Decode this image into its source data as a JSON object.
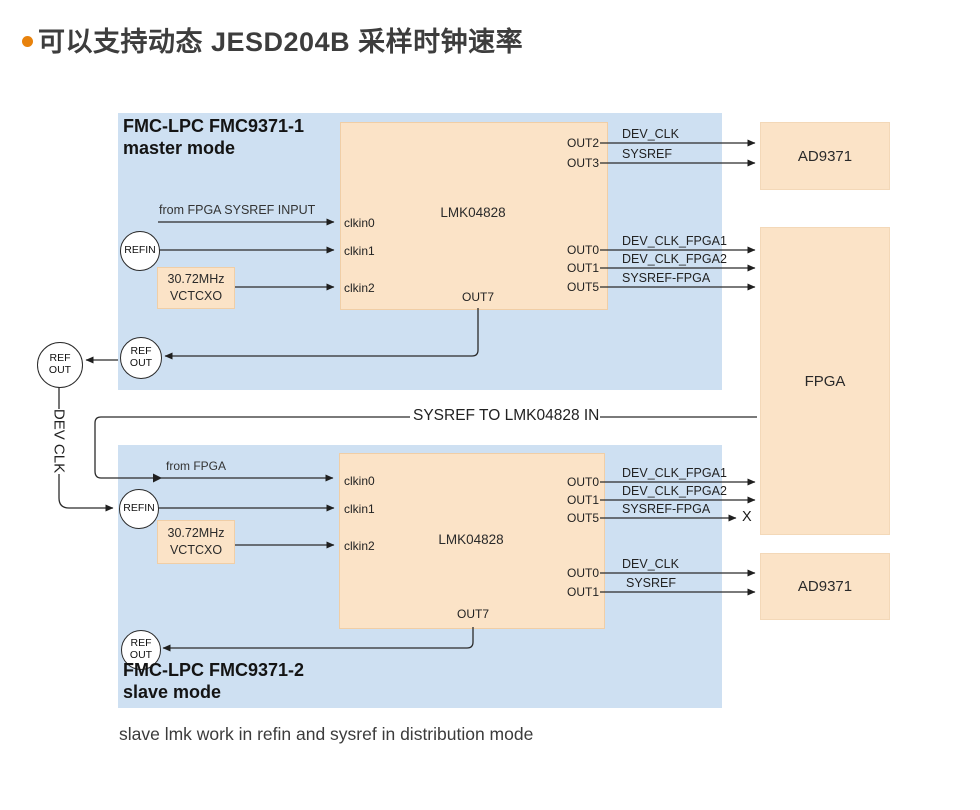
{
  "title": "可以支持动态 JESD204B 采样时钟速率",
  "footnote": "slave lmk work in refin and sysref in distribution mode",
  "colors": {
    "accent_orange": "#E8820C",
    "board_blue": "#CEE0F2",
    "block_peach": "#FBE3C7",
    "wire": "#2B2B2B",
    "title_text": "#3D3D3D"
  },
  "labels": {
    "sysref_link": "SYSREF TO LMK04828 IN",
    "dev_clk_bus": "DEV CLK",
    "x_marker": "X",
    "ref_out_line1": "REF",
    "ref_out_line2": "OUT"
  },
  "right_column": {
    "adc_top": "AD9371",
    "fpga": "FPGA",
    "adc_bottom": "AD9371"
  },
  "master": {
    "board_name": "FMC-LPC FMC9371-1",
    "board_mode": "master mode",
    "chip": "LMK04828",
    "input_label": "from FPGA SYSREF INPUT",
    "refin": "REFIN",
    "vctcxo_line1": "30.72MHz",
    "vctcxo_line2": "VCTCXO",
    "clkins": [
      "clkin0",
      "clkin1",
      "clkin2"
    ],
    "out7": "OUT7",
    "adc_ports": [
      "OUT2",
      "OUT3"
    ],
    "adc_signals": [
      "DEV_CLK",
      "SYSREF"
    ],
    "fpga_ports": [
      "OUT0",
      "OUT1",
      "OUT5"
    ],
    "fpga_signals": [
      "DEV_CLK_FPGA1",
      "DEV_CLK_FPGA2",
      "SYSREF-FPGA"
    ]
  },
  "slave": {
    "board_name": "FMC-LPC FMC9371-2",
    "board_mode": "slave mode",
    "chip": "LMK04828",
    "input_label": "from FPGA",
    "refin": "REFIN",
    "vctcxo_line1": "30.72MHz",
    "vctcxo_line2": "VCTCXO",
    "clkins": [
      "clkin0",
      "clkin1",
      "clkin2"
    ],
    "out7": "OUT7",
    "fpga_ports": [
      "OUT0",
      "OUT1",
      "OUT5"
    ],
    "fpga_signals": [
      "DEV_CLK_FPGA1",
      "DEV_CLK_FPGA2",
      "SYSREF-FPGA"
    ],
    "adc_ports": [
      "OUT0",
      "OUT1"
    ],
    "adc_signals": [
      "DEV_CLK",
      "SYSREF"
    ]
  }
}
